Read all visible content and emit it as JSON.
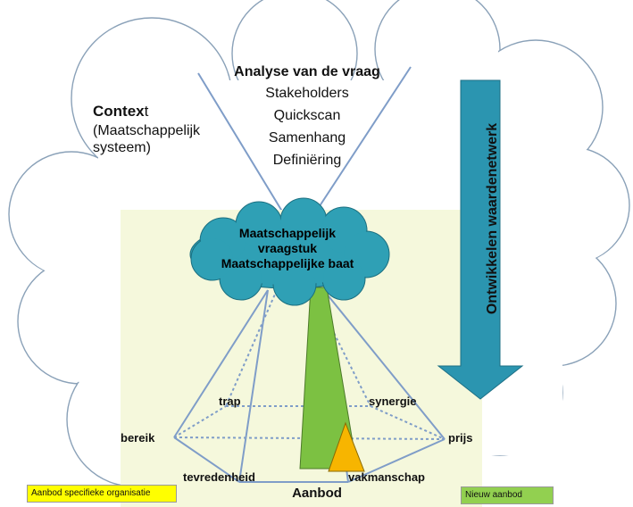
{
  "context": {
    "title_bold": "Contex",
    "title_rest": "t",
    "subtitle": "(Maatschappelijk\nsysteem)"
  },
  "analyse": {
    "title": "Analyse van de vraag",
    "items": [
      "Stakeholders",
      "Quickscan",
      "Samenhang",
      "Definiëring"
    ]
  },
  "central_cloud": {
    "lines": [
      "Maatschappelijk",
      "vraagstuk",
      "Maatschappelijke baat"
    ]
  },
  "arrow_label": "Ontwikkelen waardenetwerk",
  "pyramid_labels": {
    "trap": "trap",
    "synergie": "synergie",
    "bereik": "bereik",
    "prijs": "prijs",
    "tevredenheid": "tevredenheid",
    "vakmanschap": "vakmanschap"
  },
  "bottom_label": "Aanbod",
  "legend": {
    "yellow": "Aanbod specifieke organisatie",
    "green": "Nieuw aanbod"
  },
  "colors": {
    "panel": "#f5f8dc",
    "cloud": "#2fa0b5",
    "arrow": "#2b95b0",
    "green": "#7cc142",
    "orange": "#f7b500",
    "line": "#7f9dc8",
    "legend_yellow": "#ffff00",
    "legend_green": "#92d050"
  }
}
